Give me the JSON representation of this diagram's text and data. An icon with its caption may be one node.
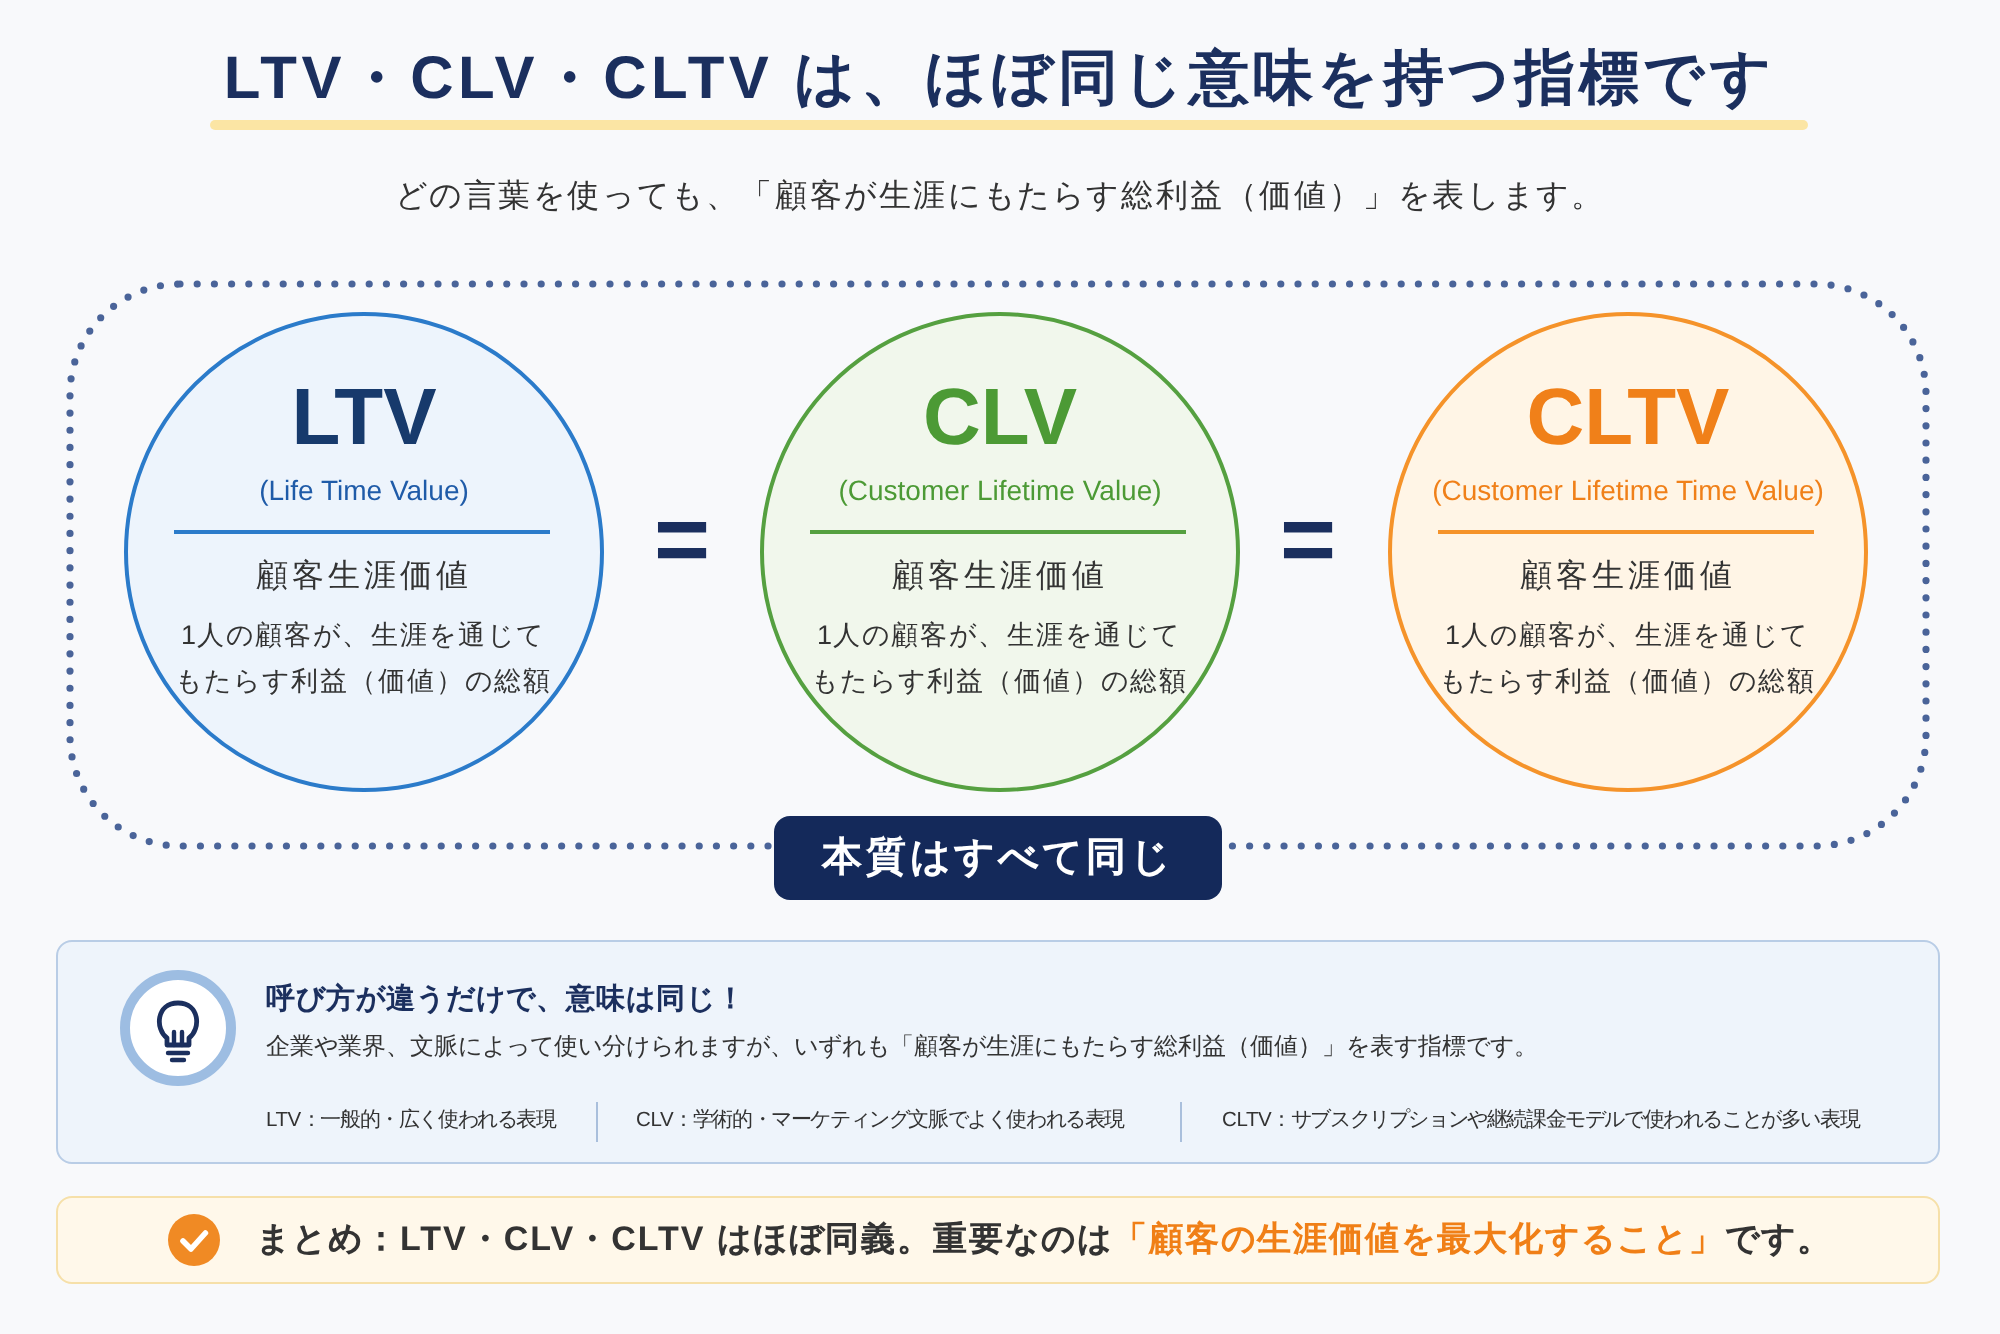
{
  "diagram": {
    "title": "LTV・CLV・CLTV は、ほぼ同じ意味を持つ指標です",
    "nodes": [
      {
        "text": [
          "本質はすべて同じ"
        ]
      },
      {
        "text": [
          "LTV",
          "(Life Time Value)",
          "顧客生涯価値",
          "1人の顧客が、生涯を通じてもたらす利益（価値）の総額"
        ],
        "in": 0
      },
      {
        "text": [
          "CLV",
          "(Customer Lifetime Value)",
          "顧客生涯価値",
          "1人の顧客が、生涯を通じてもたらす利益（価値）の総額"
        ],
        "in": 0
      },
      {
        "text": [
          "CLTV",
          "(Customer Lifetime Time Value)",
          "顧客生涯価値",
          "1人の顧客が、生涯を通じてもたらす利益（価値）の総額"
        ],
        "in": 0
      },
      {
        "text": [
          "呼び方が違うだけで、意味は同じ！",
          "企業や業界、文脈によって使い分けられますが、いずれも「顧客が生涯にもたらす総利益（価値）」を表す指標です。",
          "LTV：一般的・広く使われる表現",
          "CLV：学術的・マーケティング文脈でよく使われる表現",
          "CLTV：サブスクリプションや継続課金モデルで使われることが多い表現"
        ]
      },
      {
        "text": [
          "まとめ：LTV・CLV・CLTV はほぼ同義。重要なのは**「顧客の生涯価値を最大化すること」**です。"
        ]
      }
    ],
    "labels": [
      "どの言葉を使っても、「顧客が生涯にもたらす総利益（価値）」を表します。",
      "=",
      "="
    ]
  }
}
